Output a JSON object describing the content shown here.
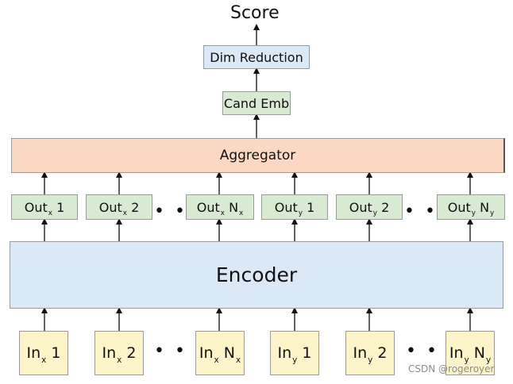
{
  "title": "Score",
  "dim_reduction": "Dim Reduction",
  "cand_emb": "Cand Emb",
  "aggregator": "Aggregator",
  "encoder": "Encoder",
  "outputs": [
    {
      "base": "Out",
      "sub": "x",
      "suffix": "1"
    },
    {
      "base": "Out",
      "sub": "x",
      "suffix": "2"
    },
    {
      "base": "Out",
      "sub": "x",
      "suffix": "N",
      "suffix_sub": "x"
    },
    {
      "base": "Out",
      "sub": "y",
      "suffix": "1"
    },
    {
      "base": "Out",
      "sub": "y",
      "suffix": "2"
    },
    {
      "base": "Out",
      "sub": "y",
      "suffix": "N",
      "suffix_sub": "y"
    }
  ],
  "inputs": [
    {
      "base": "In",
      "sub": "x",
      "suffix": "1"
    },
    {
      "base": "In",
      "sub": "x",
      "suffix": "2"
    },
    {
      "base": "In",
      "sub": "x",
      "suffix": "N",
      "suffix_sub": "x"
    },
    {
      "base": "In",
      "sub": "y",
      "suffix": "1"
    },
    {
      "base": "In",
      "sub": "y",
      "suffix": "2"
    },
    {
      "base": "In",
      "sub": "y",
      "suffix": "N",
      "suffix_sub": "y"
    }
  ],
  "ellipsis": "• • •",
  "watermark": "CSDN @rogeroyer",
  "colors": {
    "green": "#d8ead2",
    "blue": "#dbe9f6",
    "orange": "#fbd7c4",
    "yellow": "#fdf5c9"
  }
}
